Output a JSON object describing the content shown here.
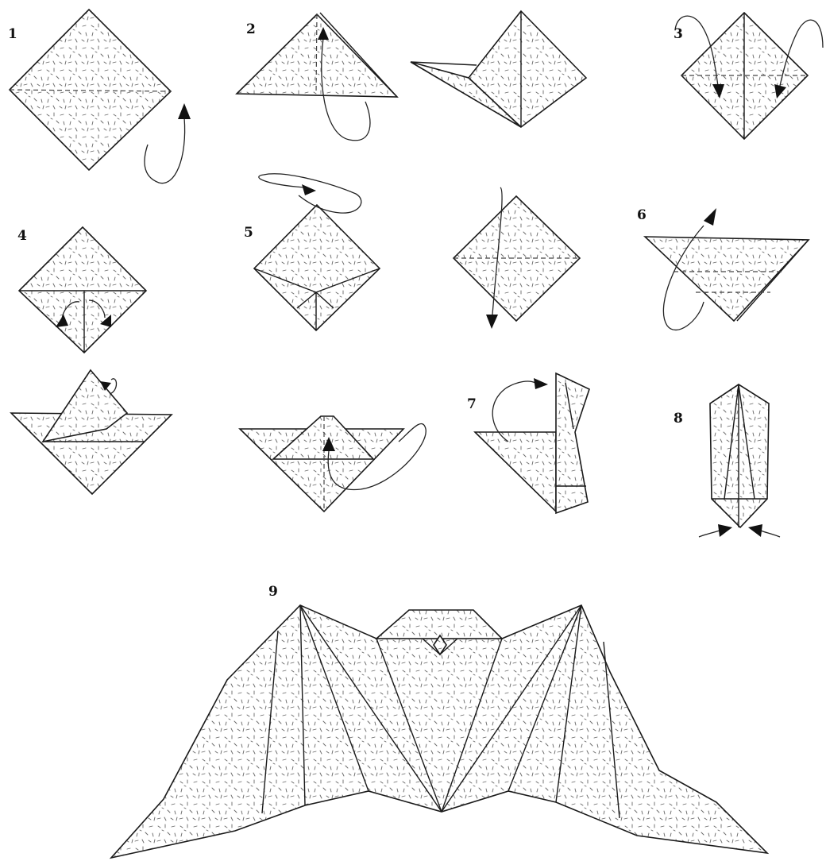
{
  "steps": [
    {
      "number": "1"
    },
    {
      "number": "2"
    },
    {
      "number": "3"
    },
    {
      "number": "4"
    },
    {
      "number": "5"
    },
    {
      "number": "6"
    },
    {
      "number": "7"
    },
    {
      "number": "8"
    },
    {
      "number": "9"
    }
  ],
  "paper_texture": "speckled",
  "colors": {
    "line": "#1a1a1a",
    "paper": "#ffffff",
    "speckle": "#555555"
  }
}
